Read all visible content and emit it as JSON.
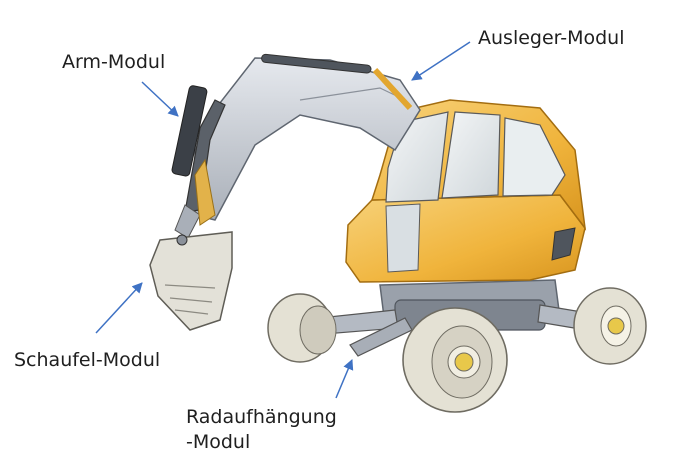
{
  "labels": {
    "arm": "Arm-Modul",
    "boom": "Ausleger-Modul",
    "bucket": "Schaufel-Modul",
    "wheel_line1": "Radaufhängung",
    "wheel_line2": "-Modul"
  },
  "colors": {
    "arrow": "#3f72c4",
    "cab": "#f0b43c",
    "metal": "#c7ccd4",
    "tire": "#e4e1d4",
    "hub": "#e8c84a"
  }
}
